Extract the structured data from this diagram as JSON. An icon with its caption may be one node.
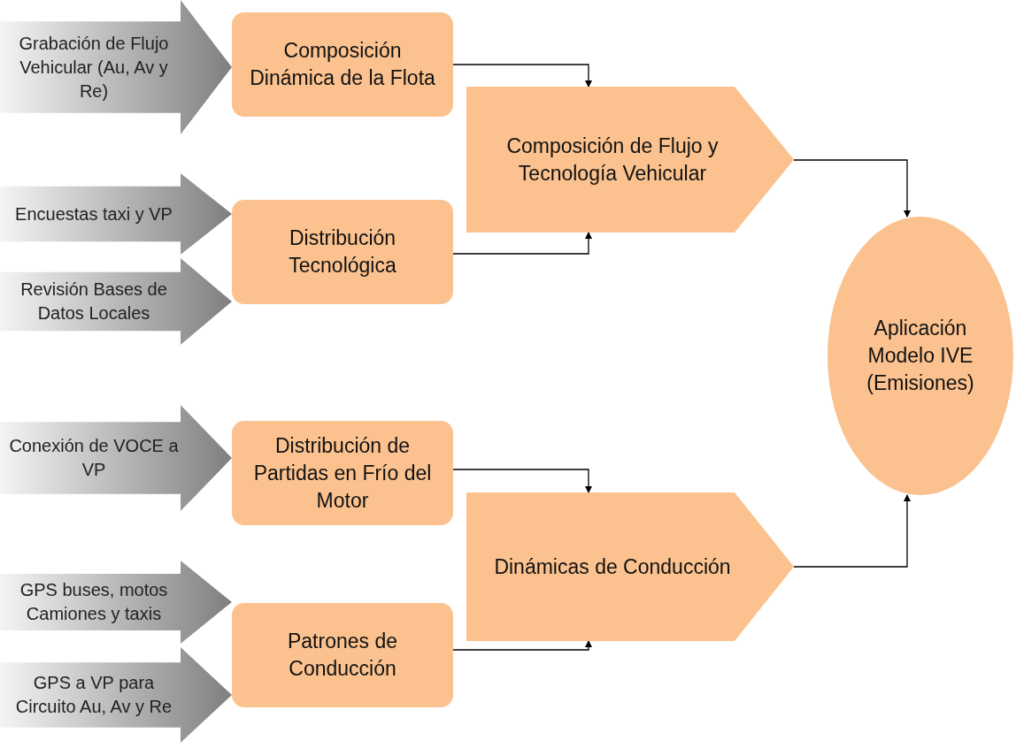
{
  "diagram": {
    "nodes": [
      {
        "text": [
          "Composición Dinámica de la Flota"
        ]
      },
      {
        "text": [
          "Composición de Flujo y Tecnología Vehicular"
        ]
      },
      {
        "text": [
          "Distribución Tecnológica"
        ]
      },
      {
        "text": [
          "Aplicación Modelo IVE (Emisiones)"
        ]
      },
      {
        "text": [
          "Distribución de Partidas en Frío del Motor"
        ]
      },
      {
        "text": [
          "Dinámicas de Conducción"
        ]
      },
      {
        "text": [
          "Patrones de Conducción"
        ]
      }
    ],
    "edges": [
      {
        "from": null,
        "to": 0,
        "arrow": "to",
        "label": "Grabación de Flujo Vehicular (Au, Av y Re)",
        "style": "thick",
        "color": "#7f7f7f"
      },
      {
        "from": null,
        "to": 2,
        "arrow": "to",
        "label": "Encuestas taxi y VP",
        "style": "thick",
        "color": "#7f7f7f"
      },
      {
        "from": null,
        "to": 2,
        "arrow": "to",
        "label": "Revisión Bases de Datos Locales",
        "style": "thick",
        "color": "#7f7f7f"
      },
      {
        "from": null,
        "to": 4,
        "arrow": "to",
        "label": "Conexión de VOCE a VP",
        "style": "thick",
        "color": "#7f7f7f"
      },
      {
        "from": null,
        "to": 6,
        "arrow": "to",
        "label": "GPS buses, motos Camiones y taxis",
        "style": "thick",
        "color": "#7f7f7f"
      },
      {
        "from": null,
        "to": 6,
        "arrow": "to",
        "label": "GPS a VP para Circuito Au, Av y Re",
        "style": "thick",
        "color": "#7f7f7f"
      },
      {
        "from": 0,
        "to": 1,
        "arrow": "to"
      },
      {
        "from": 2,
        "to": 1,
        "arrow": "to"
      },
      {
        "from": 1,
        "to": 3,
        "arrow": "to"
      },
      {
        "from": 4,
        "to": 5,
        "arrow": "to"
      },
      {
        "from": 6,
        "to": 5,
        "arrow": "to"
      },
      {
        "from": 5,
        "to": 3,
        "arrow": "to"
      }
    ]
  }
}
